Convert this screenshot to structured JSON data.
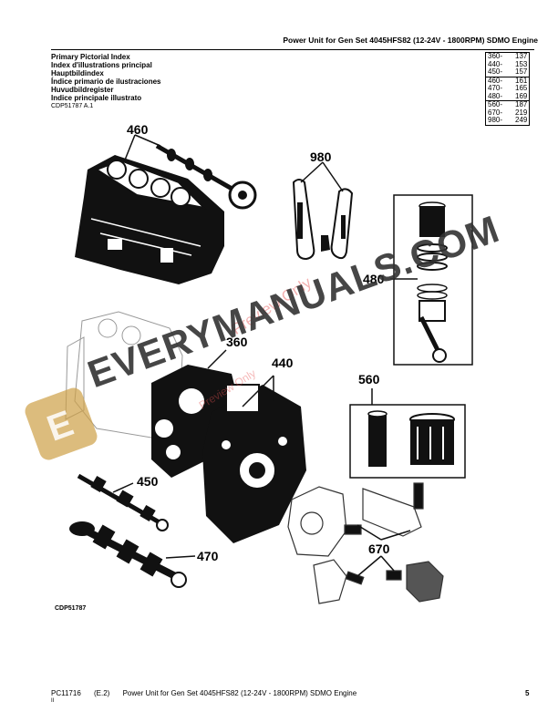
{
  "header": {
    "title": "Power Unit for Gen Set 4045HFS82 (12-24V - 1800RPM) SDMO Engine"
  },
  "index_titles": [
    "Primary Pictorial Index",
    "Index d'illustrations principal",
    "Hauptbildindex",
    "Índice primario de ilustraciones",
    "Huvudbildregister",
    "Indice principale illustrato"
  ],
  "figure_ref": "CDP51787 A.1",
  "page_table": [
    {
      "group": "360-",
      "page": "137"
    },
    {
      "group": "440-",
      "page": "153"
    },
    {
      "group": "450-",
      "page": "157"
    },
    {
      "group": "460-",
      "page": "161"
    },
    {
      "group": "470-",
      "page": "165"
    },
    {
      "group": "480-",
      "page": "169"
    },
    {
      "group": "560-",
      "page": "187"
    },
    {
      "group": "670-",
      "page": "219"
    },
    {
      "group": "980-",
      "page": "249"
    }
  ],
  "callouts": {
    "c460": "460",
    "c980": "980",
    "c480": "480",
    "c360": "360",
    "c440": "440",
    "c560": "560",
    "c450": "450",
    "c470": "470",
    "c670": "670"
  },
  "figure_id": "CDP51787",
  "watermark": {
    "preview": "Preview Only",
    "preview2": "Preview Only",
    "site": "EVERYMANUALS.COM"
  },
  "footer": {
    "doc": "PC11716",
    "edition": "(E.2)",
    "title": "Power Unit for Gen Set 4045HFS82 (12-24V - 1800RPM) SDMO Engine",
    "sub": "II",
    "page": "5"
  }
}
